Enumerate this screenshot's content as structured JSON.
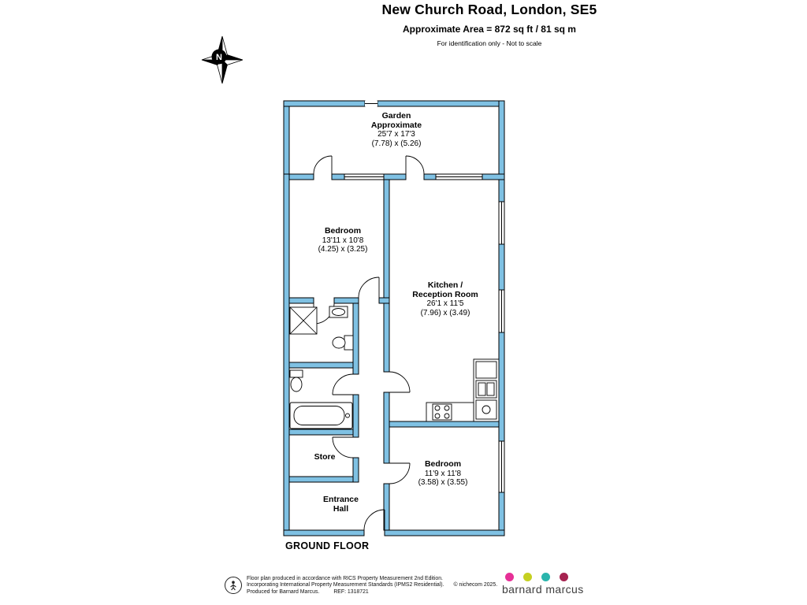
{
  "header": {
    "title": "New Church Road, London, SE5",
    "area_line": "Approximate Area = 872 sq ft / 81 sq m",
    "disclaimer": "For identification only - Not to scale"
  },
  "compass": {
    "label": "N"
  },
  "floorplan": {
    "floor_label": "GROUND FLOOR",
    "wall_color": "#7fc1e3",
    "rooms": {
      "garden": {
        "line1": "Garden",
        "line2": "Approximate",
        "imperial": "25'7 x 17'3",
        "metric": "(7.78) x (5.26)"
      },
      "bedroom1": {
        "line1": "Bedroom",
        "imperial": "13'11 x 10'8",
        "metric": "(4.25) x (3.25)"
      },
      "kitchen": {
        "line1": "Kitchen /",
        "line2": "Reception Room",
        "imperial": "26'1 x 11'5",
        "metric": "(7.96) x (3.49)"
      },
      "store": {
        "line1": "Store"
      },
      "entrance": {
        "line1": "Entrance",
        "line2": "Hall"
      },
      "bedroom2": {
        "line1": "Bedroom",
        "imperial": "11'9 x 11'8",
        "metric": "(3.58) x (3.55)"
      }
    }
  },
  "footer": {
    "line1": "Floor plan produced in accordance with RICS Property Measurement 2nd Edition.",
    "line2": "Incorporating International Property Measurement Standards (IPMS2 Residential).",
    "line2_copyright": "© nichecom 2025.",
    "line3": "Produced for Barnard Marcus.",
    "line3_ref": "REF: 1318721"
  },
  "brand": {
    "name": "barnard marcus",
    "dot_colors": [
      "#e63097",
      "#c5d021",
      "#2ab5ad",
      "#a62350"
    ]
  }
}
